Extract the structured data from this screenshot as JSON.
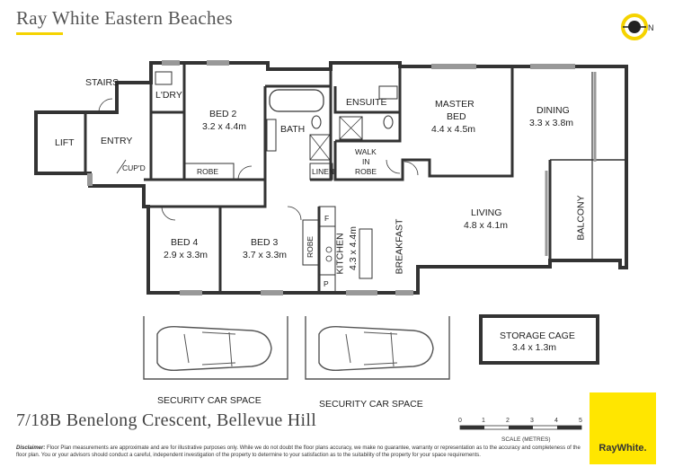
{
  "agency": {
    "name": "Ray White Eastern Beaches",
    "brand_color": "#f5d300"
  },
  "compass": {
    "label": "N"
  },
  "rooms": {
    "stairs": "STAIRS",
    "laundry": "L'DRY",
    "lift": "LIFT",
    "entry": "ENTRY",
    "cupboard": "CUP'D",
    "bed2": {
      "name": "BED 2",
      "size": "3.2 x 4.4m"
    },
    "robe_bed2": "ROBE",
    "bath": "BATH",
    "linen": "LINEN",
    "ensuite": "ENSUITE",
    "walkin": {
      "l1": "WALK",
      "l2": "IN",
      "l3": "ROBE"
    },
    "master": {
      "l1": "MASTER",
      "l2": "BED",
      "size": "4.4 x 4.5m"
    },
    "dining": {
      "name": "DINING",
      "size": "3.3 x 3.8m"
    },
    "living": {
      "name": "LIVING",
      "size": "4.8  x 4.1m"
    },
    "balcony": "BALCONY",
    "bed4": {
      "name": "BED 4",
      "size": "2.9 x 3.3m"
    },
    "bed3": {
      "name": "BED 3",
      "size": "3.7 x 3.3m"
    },
    "robe_bed3": "ROBE",
    "kitchen": {
      "name": "KITCHEN",
      "size": "4.3 x 4.4m"
    },
    "fridge": "F",
    "pantry": "P",
    "breakfast": "BREAKFAST",
    "storage": {
      "name": "STORAGE CAGE",
      "size": "3.4  x 1.3m"
    },
    "car1": "SECURITY CAR SPACE",
    "car2": "SECURITY CAR SPACE"
  },
  "address": "7/18B Benelong Crescent, Bellevue Hill",
  "scale": {
    "ticks": [
      "0",
      "1",
      "2",
      "3",
      "4",
      "5"
    ],
    "label": "SCALE (METRES)"
  },
  "disclaimer": {
    "heading": "Disclaimer:",
    "text": "Floor Plan measurements are approximate and are for illustrative purposes only. While we do not doubt the  floor  plans  accuracy,  we make no guarantee, warranty or representation as to the accuracy and completeness of the floor plan.  You  or  your  advisors  should  conduct a careful, independent investigation of the property to determine to your satisfaction as to the suitability of the property for your space requirements."
  },
  "logo": {
    "text": "RayWhite.",
    "color": "#ffe600"
  }
}
